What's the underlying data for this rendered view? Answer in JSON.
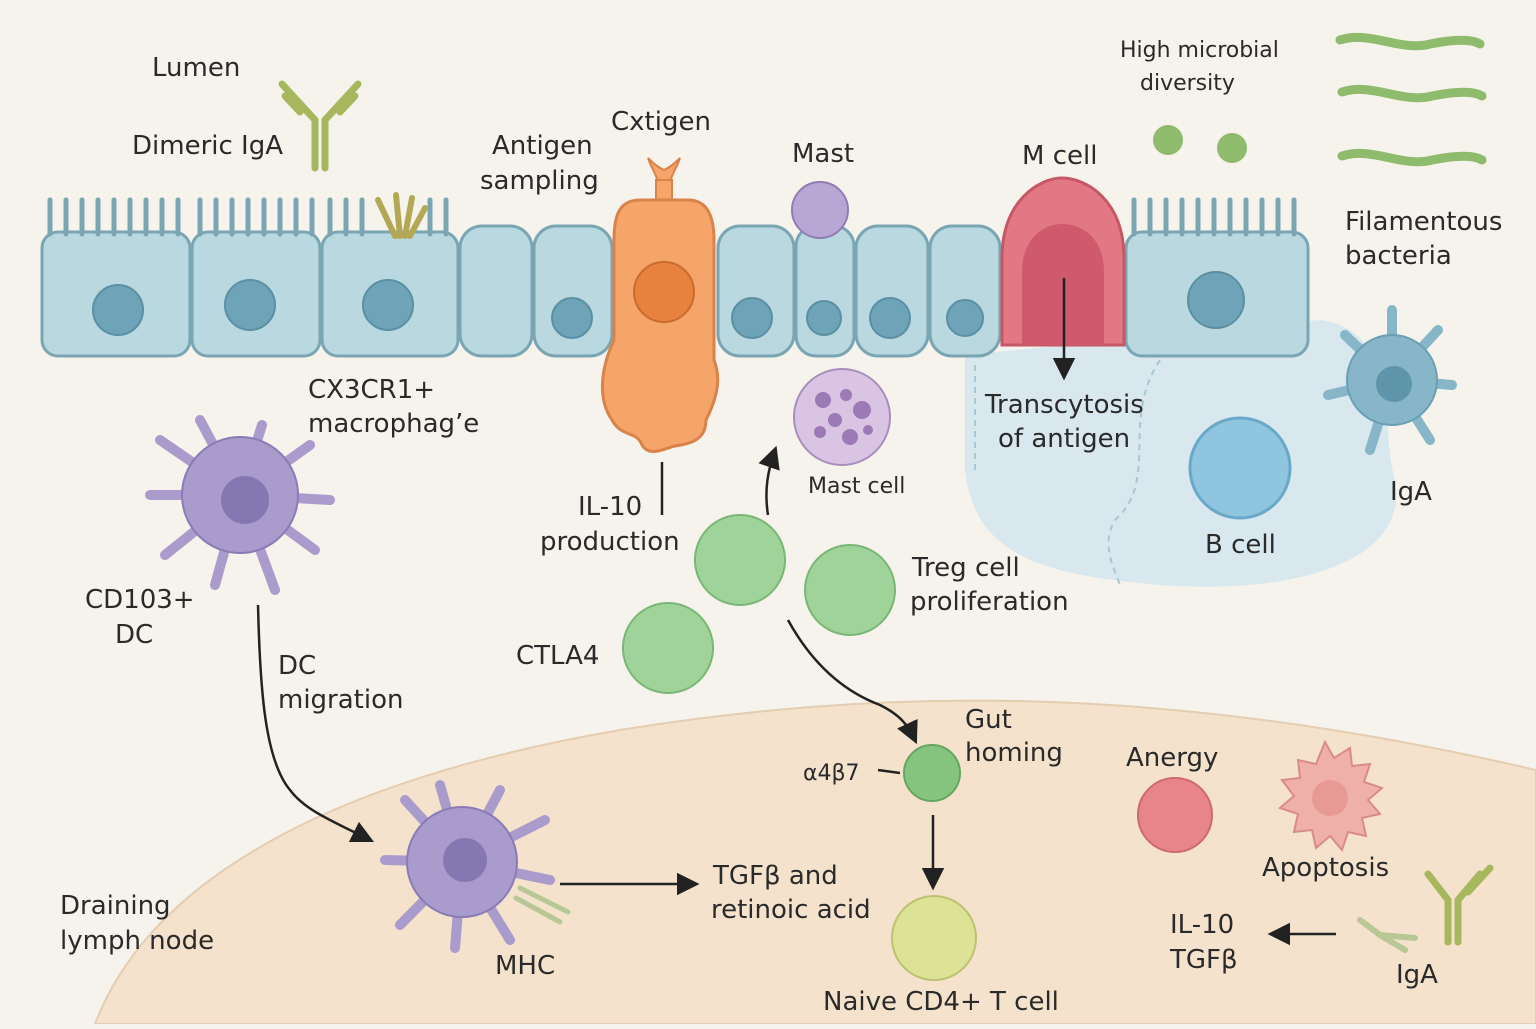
{
  "labels": {
    "lumen": "Lumen",
    "dimeric_iga": "Dimeric IgA",
    "antigen_sampling": [
      "Antigen",
      "sampling"
    ],
    "cxtigen": "Cxtigen",
    "mast_top": "Mast",
    "m_cell": "M cell",
    "high_microbial_diversity": [
      "High microbial",
      "diversity"
    ],
    "filamentous_bacteria": [
      "Filamentous",
      "bacteria"
    ],
    "cx3cr1_macrophage": [
      "CX3CR1+",
      "macrophagʼe"
    ],
    "transcytosis": [
      "Transcytosis",
      "of antigen"
    ],
    "iga_right": "IgA",
    "b_cell": "B cell",
    "mast_cell": "Mast cell",
    "il10_production": [
      "IL-10",
      "production"
    ],
    "cd103_dc": [
      "CD103+",
      "DC"
    ],
    "dc_migration": [
      "DC",
      "migration"
    ],
    "treg_proliferation": [
      "Treg cell",
      "proliferation"
    ],
    "ctla4": "CTLA4",
    "gut_homing": [
      "Gut",
      "homing"
    ],
    "a4b7": "α4β7",
    "anergy": "Anergy",
    "apoptosis": "Apoptosis",
    "draining_lymph_node": [
      "Draining",
      "lymph node"
    ],
    "mhc": "MHC",
    "tgfb_retinoic": [
      "TGFβ and",
      "retinoic acid"
    ],
    "naive_cd4": "Naive CD4+ T cell",
    "il10_tgfb": [
      "IL-10",
      "TGFβ"
    ],
    "iga_bottom": "IgA"
  },
  "colors": {
    "background": "#f6f3ec",
    "epithelium": "#b9d8e0",
    "epithelium_stroke": "#7aa5b3",
    "nucleus": "#6fa4b8",
    "dendritic_cell": "#a99bcb",
    "dc_nucleus": "#8577b2",
    "goblet_orange": "#f5a46a",
    "m_cell": "#e37885",
    "treg_green": "#9fd39a",
    "lymph_node": "#f4e2cc",
    "lamina_blue": "#d8e8ee",
    "b_cell": "#8fc5df",
    "naive_yellow": "#dde396",
    "anergy_red": "#e8858a",
    "apoptosis_pink": "#f0b0aa",
    "antibody_green": "#a6b75e",
    "bacteria_green": "#8fbb6c"
  }
}
